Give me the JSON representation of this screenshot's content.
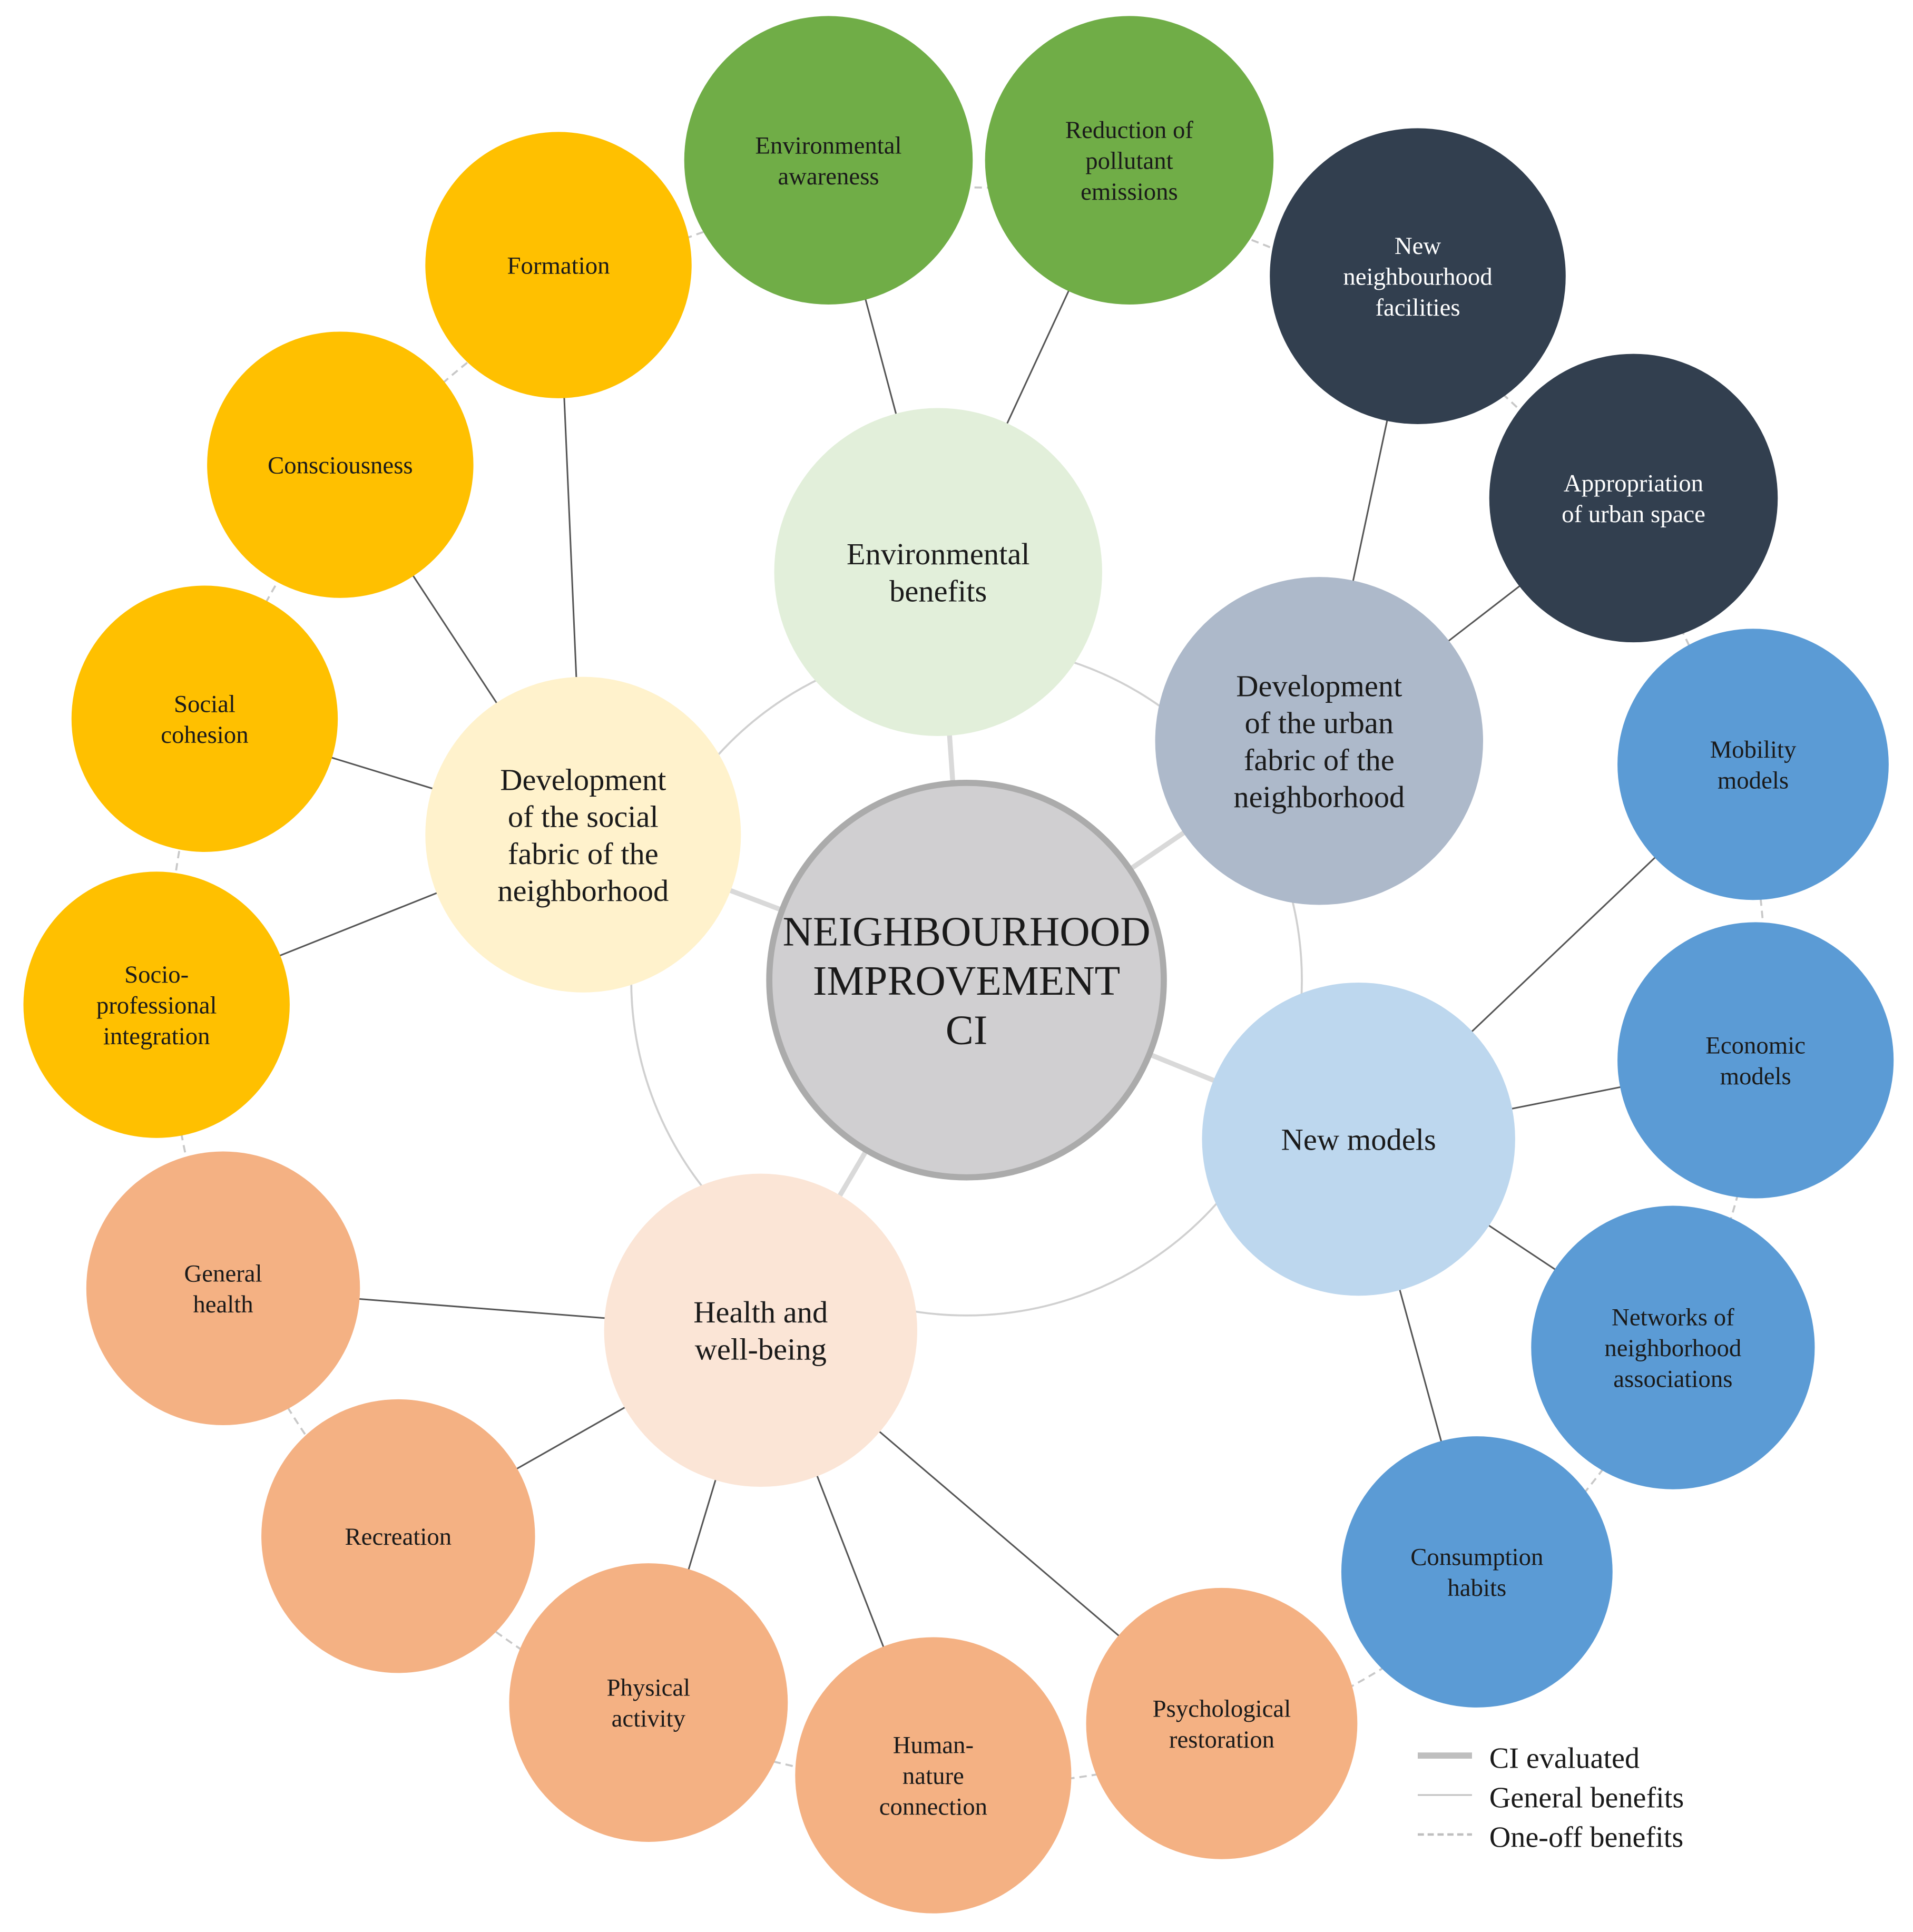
{
  "center": {
    "lines": [
      "NEIGHBOURHOOD",
      "IMPROVEMENT",
      "CI"
    ],
    "color": "#d0cfd1",
    "stroke": "#ababab"
  },
  "categories": [
    {
      "id": "environmental",
      "lines": [
        "Environmental",
        "benefits"
      ],
      "fill": "#e2efda",
      "leaf_fill": "#70ad47",
      "leaf_text": "#1a1a1a",
      "leaves": [
        {
          "id": "env-awareness",
          "lines": [
            "Environmental",
            "awareness"
          ]
        },
        {
          "id": "pollutant",
          "lines": [
            "Reduction of",
            "pollutant",
            "emissions"
          ]
        }
      ]
    },
    {
      "id": "urban",
      "lines": [
        "Development",
        "of the urban",
        "fabric of the",
        "neighborhood"
      ],
      "fill": "#adb9ca",
      "leaf_fill": "#323f4f",
      "leaf_text": "#ffffff",
      "leaves": [
        {
          "id": "facilities",
          "lines": [
            "New",
            "neighbourhood",
            "facilities"
          ]
        },
        {
          "id": "appropriation",
          "lines": [
            "Appropriation",
            "of urban space"
          ]
        }
      ]
    },
    {
      "id": "models",
      "lines": [
        "New models"
      ],
      "fill": "#bdd7ee",
      "leaf_fill": "#5b9bd5",
      "leaf_text": "#1a1a1a",
      "leaves": [
        {
          "id": "mobility",
          "lines": [
            "Mobility",
            "models"
          ]
        },
        {
          "id": "economic",
          "lines": [
            "Economic",
            "models"
          ]
        },
        {
          "id": "networks",
          "lines": [
            "Networks of",
            "neighborhood",
            "associations"
          ]
        },
        {
          "id": "consumption",
          "lines": [
            "Consumption",
            "habits"
          ]
        }
      ]
    },
    {
      "id": "health",
      "lines": [
        "Health and",
        "well-being"
      ],
      "fill": "#fbe5d6",
      "leaf_fill": "#f4b183",
      "leaf_text": "#1a1a1a",
      "leaves": [
        {
          "id": "psychological",
          "lines": [
            "Psychological",
            "restoration"
          ]
        },
        {
          "id": "human-nature",
          "lines": [
            "Human-",
            "nature",
            "connection"
          ]
        },
        {
          "id": "physical",
          "lines": [
            "Physical",
            "activity"
          ]
        },
        {
          "id": "recreation",
          "lines": [
            "Recreation"
          ]
        },
        {
          "id": "general-health",
          "lines": [
            "General",
            "health"
          ]
        }
      ]
    },
    {
      "id": "social",
      "lines": [
        "Development",
        "of the social",
        "fabric of the",
        "neighborhood"
      ],
      "fill": "#fff2cc",
      "leaf_fill": "#ffc000",
      "leaf_text": "#1a1a1a",
      "leaves": [
        {
          "id": "socio-prof",
          "lines": [
            "Socio-",
            "professional",
            "integration"
          ]
        },
        {
          "id": "social-cohesion",
          "lines": [
            "Social",
            "cohesion"
          ]
        },
        {
          "id": "consciousness",
          "lines": [
            "Consciousness"
          ]
        },
        {
          "id": "formation",
          "lines": [
            "Formation"
          ]
        }
      ]
    }
  ],
  "legend": [
    {
      "style": "thick",
      "label": "CI evaluated"
    },
    {
      "style": "thin",
      "label": "General benefits"
    },
    {
      "style": "dashed",
      "label": "One-off benefits"
    }
  ]
}
